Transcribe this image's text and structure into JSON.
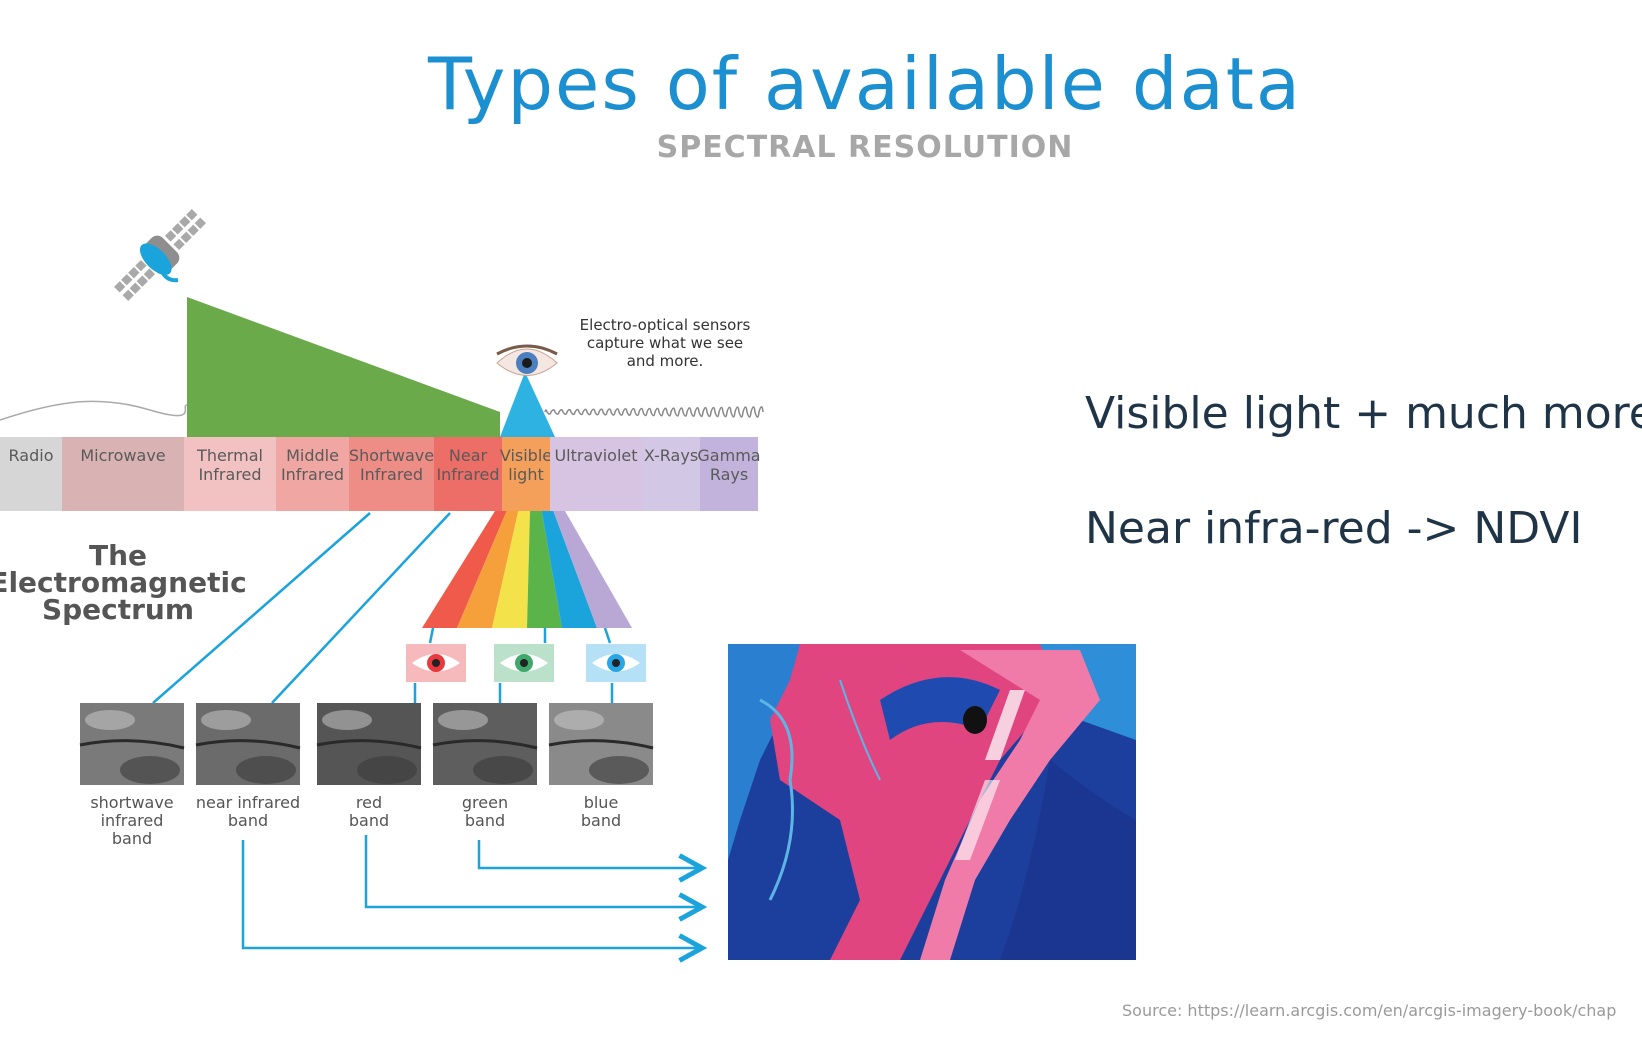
{
  "slide": {
    "title": "Types of available data",
    "subtitle": "SPECTRAL RESOLUTION"
  },
  "bullets": [
    "Visible light + much more",
    "Near infra-red -> NDVI"
  ],
  "source": "Source: https://learn.arcgis.com/en/arcgis-imagery-book/chap",
  "diagram": {
    "title_lines": [
      "The",
      "Electromagnetic",
      "Spectrum"
    ],
    "sensor_note_lines": [
      "Electro-optical sensors",
      "capture what we see",
      "and more."
    ],
    "spectrum_segments": [
      {
        "lines": [
          "Radio"
        ],
        "color": "#d6d6d6"
      },
      {
        "lines": [
          "Microwave"
        ],
        "color": "#d9b3b3"
      },
      {
        "lines": [
          "Thermal",
          "Infrared"
        ],
        "color": "#f2c2c2"
      },
      {
        "lines": [
          "Middle",
          "Infrared"
        ],
        "color": "#f0a7a3"
      },
      {
        "lines": [
          "Shortwave",
          "Infrared"
        ],
        "color": "#ee8c86"
      },
      {
        "lines": [
          "Near",
          "Infrared"
        ],
        "color": "#ec6e66"
      },
      {
        "lines": [
          "Visible",
          "light"
        ],
        "color": "#f5a05a"
      },
      {
        "lines": [
          "Ultraviolet"
        ],
        "color": "#d7c3e2"
      },
      {
        "lines": [
          "X-Rays"
        ],
        "color": "#d2c8e6"
      },
      {
        "lines": [
          "Gamma",
          "Rays"
        ],
        "color": "#c2b3dc"
      }
    ],
    "bands": [
      {
        "lines": [
          "shortwave",
          "infrared",
          "band"
        ],
        "tone": "#7a7a7a"
      },
      {
        "lines": [
          "near infrared",
          "band"
        ],
        "tone": "#6b6b6b"
      },
      {
        "lines": [
          "red",
          "band"
        ],
        "tone": "#555555"
      },
      {
        "lines": [
          "green",
          "band"
        ],
        "tone": "#5e5e5e"
      },
      {
        "lines": [
          "blue",
          "band"
        ],
        "tone": "#8a8a8a"
      }
    ],
    "eye_colors": [
      "#e8393f",
      "#3fa86a",
      "#2aa6e6"
    ],
    "rainbow_colors": [
      "#ef5a4a",
      "#f6a03c",
      "#f4e24a",
      "#5ab44a",
      "#1ba3dc",
      "#b9a8d6"
    ],
    "accent_color": "#1ba3dc",
    "cone_color": "#6aaa4a"
  }
}
